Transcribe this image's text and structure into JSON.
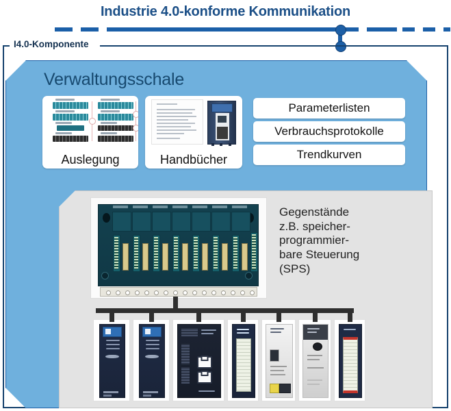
{
  "title": "Industrie 4.0-konforme Kommunikation",
  "component_frame": {
    "label": "I4.0-Komponente"
  },
  "shell": {
    "title": "Verwaltungsschale",
    "cards": [
      {
        "label": "Auslegung",
        "art": "engineering-diagram-thumbnail"
      },
      {
        "label": "Handbücher",
        "art": "manual-page-and-cabinet-thumbnail"
      }
    ],
    "list_items": [
      {
        "label": "Parameterlisten"
      },
      {
        "label": "Verbrauchsprotokolle"
      },
      {
        "label": "Trendkurven"
      }
    ]
  },
  "objects_area": {
    "caption_lines": [
      "Gegenstände",
      "z.B. speicher-",
      "programmier-",
      "bare Steuerung",
      "(SPS)"
    ],
    "rack": {
      "name": "plc-backplane-rack",
      "slot_count": 7
    },
    "modules": [
      {
        "name": "cpu-module-1",
        "style": "navy"
      },
      {
        "name": "cpu-module-2",
        "style": "navy"
      },
      {
        "name": "communication-module",
        "style": "dark-wide"
      },
      {
        "name": "io-terminal-module",
        "style": "term-light"
      },
      {
        "name": "power-supply-module",
        "style": "gray"
      },
      {
        "name": "analog-module",
        "style": "gray-dark"
      },
      {
        "name": "terminal-block-module",
        "style": "term-red"
      }
    ]
  },
  "colors": {
    "title_blue": "#1b4f87",
    "bus_blue": "#1b5fa8",
    "shell_blue": "#6fb0dd",
    "shell_border": "#1d5fa6",
    "frame_border": "#16426e",
    "object_gray": "#e3e3e3",
    "module_navy": "#1f2b45",
    "accent_red": "#c4352c",
    "teal": "#2a8a9c"
  }
}
